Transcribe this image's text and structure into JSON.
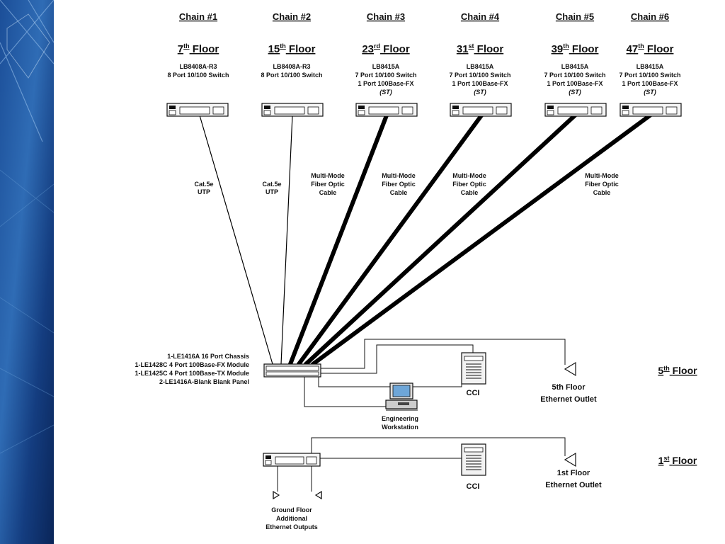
{
  "chains": [
    {
      "chain": "Chain #1",
      "floor": "7",
      "floor_sup": "th",
      "floor_word": "Floor",
      "model": "LB8408A-R3",
      "desc": [
        "8 Port 10/100 Switch"
      ]
    },
    {
      "chain": "Chain #2",
      "floor": "15",
      "floor_sup": "th",
      "floor_word": "Floor",
      "model": "LB8408A-R3",
      "desc": [
        "8 Port 10/100 Switch"
      ]
    },
    {
      "chain": "Chain #3",
      "floor": "23",
      "floor_sup": "rd",
      "floor_word": "Floor",
      "model": "LB8415A",
      "desc": [
        "7 Port 10/100 Switch",
        "1 Port 100Base-FX",
        "(ST)"
      ]
    },
    {
      "chain": "Chain #4",
      "floor": "31",
      "floor_sup": "st",
      "floor_word": "Floor",
      "model": "LB8415A",
      "desc": [
        "7 Port 10/100 Switch",
        "1 Port 100Base-FX",
        "(ST)"
      ]
    },
    {
      "chain": "Chain #5",
      "floor": "39",
      "floor_sup": "th",
      "floor_word": "Floor",
      "model": "LB8415A",
      "desc": [
        "7 Port 10/100 Switch",
        "1 Port 100Base-FX",
        "(ST)"
      ]
    },
    {
      "chain": "Chain #6",
      "floor": "47",
      "floor_sup": "th",
      "floor_word": "Floor",
      "model": "LB8415A",
      "desc": [
        "7 Port 10/100 Switch",
        "1 Port 100Base-FX",
        "(ST)"
      ]
    }
  ],
  "cables": {
    "cat5": [
      "Cat.5e",
      "UTP"
    ],
    "fiber": [
      "Multi-Mode",
      "Fiber Optic",
      "Cable"
    ]
  },
  "chassis_label": [
    "1-LE1416A 16 Port Chassis",
    "1-LE1428C 4 Port 100Base-FX Module",
    "1-LE1425C 4 Port 100Base-TX Module",
    "2-LE1416A-Blank Blank Panel"
  ],
  "fifth_floor": {
    "title": "5",
    "title_sup": "th",
    "title_word": "Floor",
    "cci": "CCI",
    "outlet": [
      "5th Floor",
      "Ethernet Outlet"
    ],
    "workstation": [
      "Engineering",
      "Workstation"
    ]
  },
  "first_floor": {
    "title": "1",
    "title_sup": "st",
    "title_word": "Floor",
    "cci": "CCI",
    "outlet": [
      "1st Floor",
      "Ethernet Outlet"
    ],
    "ground": [
      "Ground Floor",
      "Additional",
      "Ethernet Outputs"
    ]
  },
  "colors": {
    "banner_dark": "#0b2a66",
    "banner_light": "#3f7fc4",
    "ink": "#111111"
  }
}
